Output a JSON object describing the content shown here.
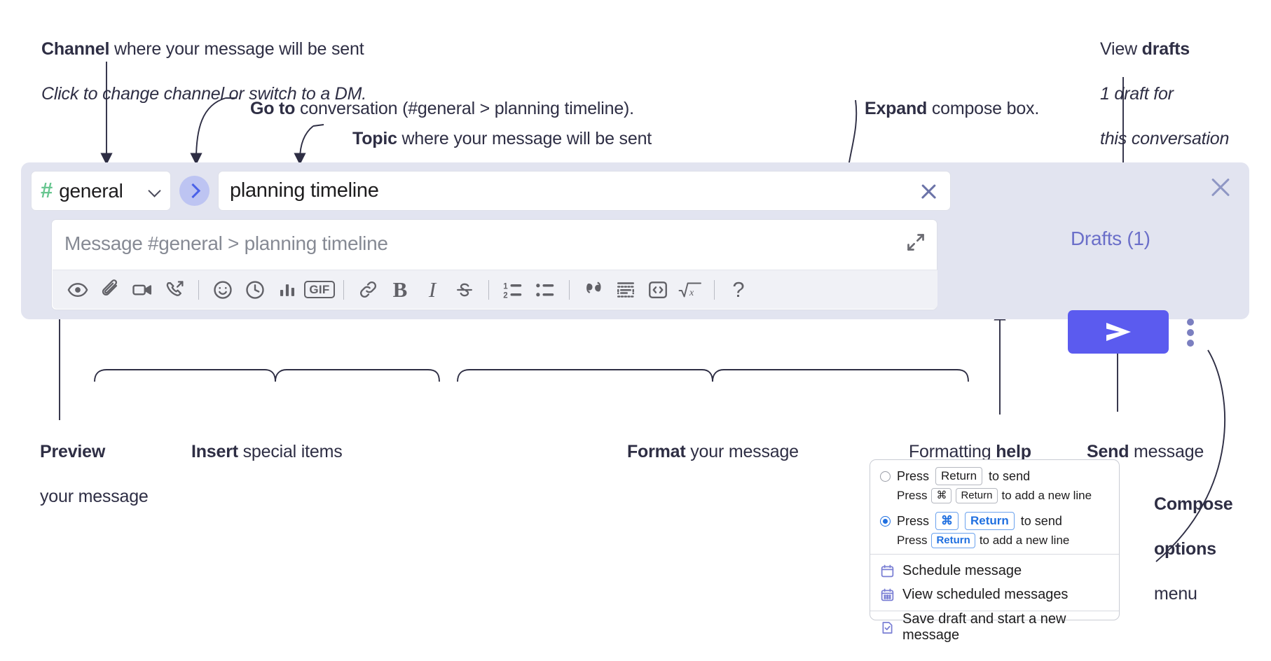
{
  "annotations": {
    "channel": {
      "bold": "Channel",
      "rest": " where your message will be sent",
      "italic": "Click to change channel or switch to a DM."
    },
    "goto": {
      "bold": "Go to",
      "rest": " conversation (#general > planning timeline)."
    },
    "topic": {
      "bold": "Topic",
      "rest": " where your message will be sent"
    },
    "expand": {
      "bold": "Expand",
      "rest": " compose box."
    },
    "drafts": {
      "line1_rest": "View ",
      "line1_bold": "drafts",
      "line2": "1 draft for",
      "line3": "this conversation"
    },
    "preview": {
      "bold": "Preview",
      "line2": "your message"
    },
    "insert": {
      "bold": "Insert",
      "rest": " special items"
    },
    "format": {
      "bold": "Format",
      "rest": " your message"
    },
    "help": {
      "rest": "Formatting ",
      "bold": "help"
    },
    "send": {
      "bold": "Send",
      "rest": " message"
    },
    "compose_options": {
      "line1": "Compose",
      "line2": "options",
      "line3": "menu"
    }
  },
  "compose": {
    "channel": {
      "hash": "#",
      "name": "general"
    },
    "topic_value": "planning timeline",
    "message_placeholder": "Message #general > planning timeline",
    "drafts_label": "Drafts (1)",
    "toolbar": [
      {
        "name": "preview-icon",
        "label": "Preview"
      },
      {
        "name": "attachment-icon",
        "label": "Attach file"
      },
      {
        "name": "video-icon",
        "label": "Record video"
      },
      {
        "name": "call-icon",
        "label": "Start call"
      },
      {
        "name": "emoji-icon",
        "label": "Emoji"
      },
      {
        "name": "clock-icon",
        "label": "Reminder"
      },
      {
        "name": "poll-icon",
        "label": "Poll"
      },
      {
        "name": "gif-icon",
        "label": "GIF"
      },
      {
        "name": "link-icon",
        "label": "Link"
      },
      {
        "name": "bold-icon",
        "label": "B"
      },
      {
        "name": "italic-icon",
        "label": "I"
      },
      {
        "name": "strikethrough-icon",
        "label": "S"
      },
      {
        "name": "ordered-list-icon",
        "label": "Ordered list"
      },
      {
        "name": "bulleted-list-icon",
        "label": "Bulleted list"
      },
      {
        "name": "blockquote-icon",
        "label": "Blockquote"
      },
      {
        "name": "code-block-icon",
        "label": "Code block"
      },
      {
        "name": "code-icon",
        "label": "Code"
      },
      {
        "name": "math-icon",
        "label": "Math"
      },
      {
        "name": "help-icon",
        "label": "?"
      }
    ],
    "gif_label": "GIF",
    "bold_label": "B",
    "italic_label": "I",
    "help_label": "?"
  },
  "menu": {
    "option1": {
      "press": "Press",
      "key": "Return",
      "tail": "to send"
    },
    "option1_sub": {
      "press": "Press",
      "key1": "⌘",
      "key2": "Return",
      "tail": "to add a new line"
    },
    "option2": {
      "press": "Press",
      "key1": "⌘",
      "key2": "Return",
      "tail": "to send"
    },
    "option2_sub": {
      "press": "Press",
      "key": "Return",
      "tail": "to add a new line"
    },
    "items": [
      {
        "label": "Schedule message",
        "icon": "calendar-icon"
      },
      {
        "label": "View scheduled messages",
        "icon": "calendar-grid-icon"
      },
      {
        "label": "Save draft and start a new message",
        "icon": "draft-check-icon"
      }
    ]
  },
  "colors": {
    "panel_bg": "#e2e4f0",
    "send_purple": "#5b5bef",
    "hash_green": "#68c690",
    "drafts_purple": "#6b6fc9",
    "goto_circle": "#bdc4f2",
    "toolbar_bg": "#f0f1f6"
  }
}
